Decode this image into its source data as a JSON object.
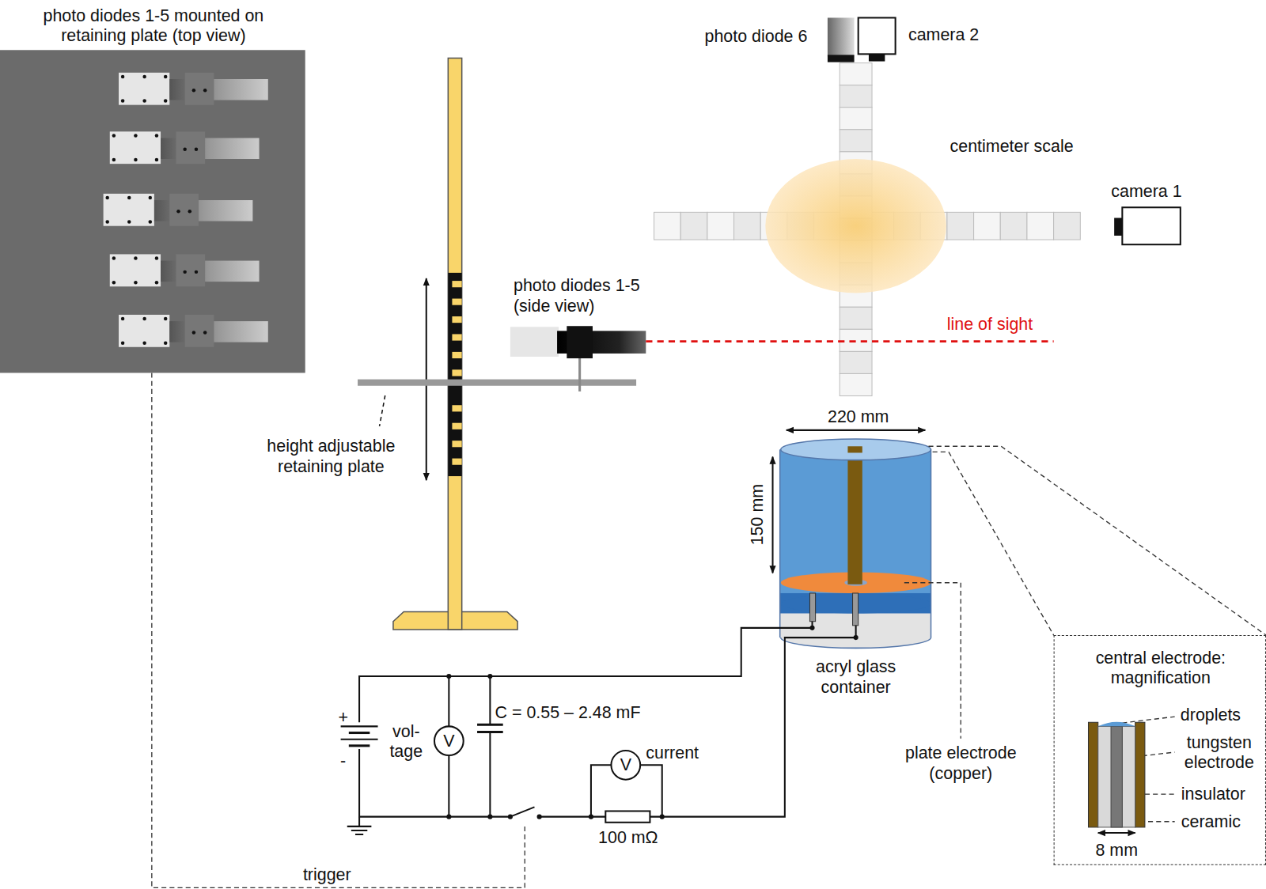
{
  "diagram": {
    "nodes": [
      {
        "text": [
          "photo diodes 1-5 mounted on retaining plate (top view)"
        ]
      },
      {
        "text": [
          "central electrode: magnification"
        ]
      }
    ],
    "labels": [
      "photo diode 6",
      "camera 2",
      "centimeter scale",
      "camera 1",
      "photo diodes 1-5 (side view)",
      "line of sight",
      "220 mm",
      "150 mm",
      "height adjustable retaining plate",
      "acryl glass container",
      "plate electrode (copper)",
      "+",
      "-",
      "vol- tage",
      "V",
      "V",
      "C = 0.55 – 2.48 mF",
      "current",
      "100 mΩ",
      "trigger",
      "droplets",
      "tungsten electrode",
      "insulator",
      "ceramic",
      "8 mm"
    ]
  }
}
